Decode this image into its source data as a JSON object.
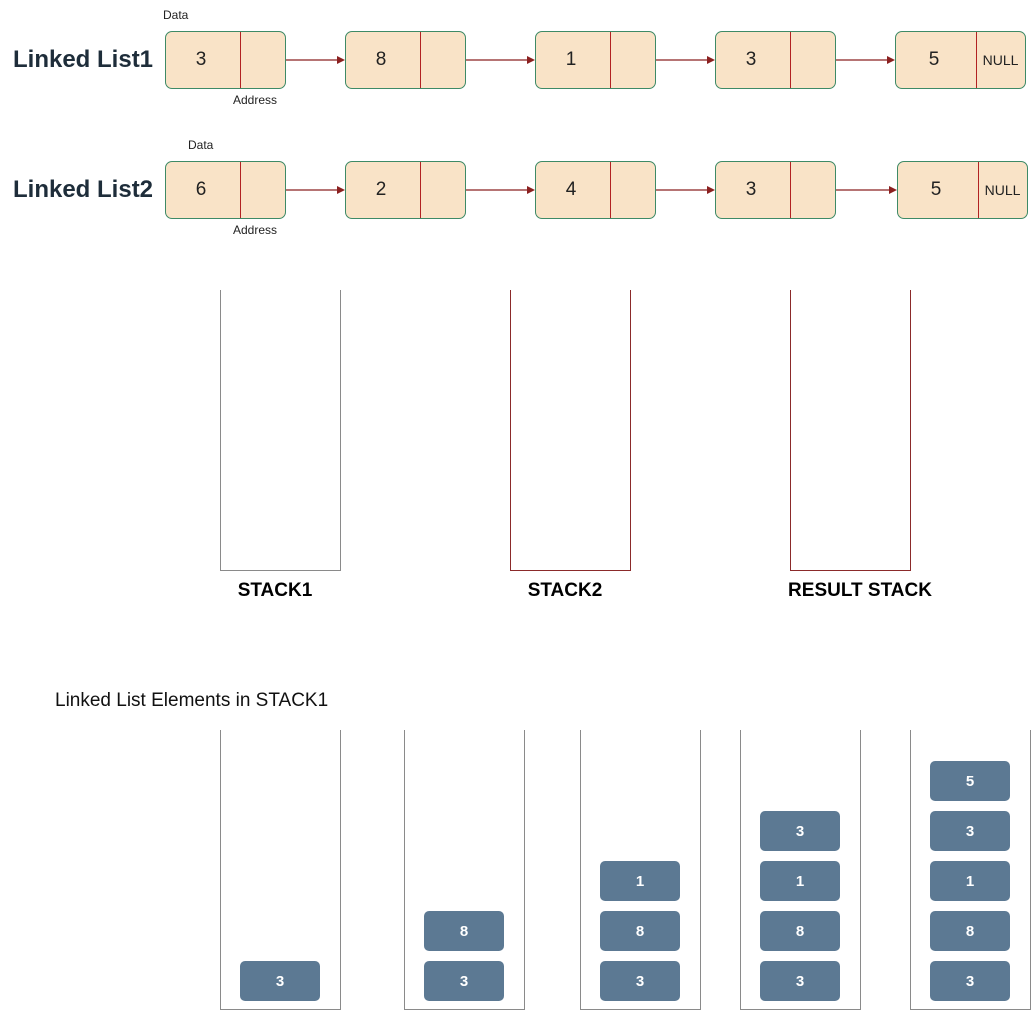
{
  "lists": [
    {
      "title": "Linked List1",
      "data_label": "Data",
      "address_label": "Address",
      "nodes": [
        {
          "data": "3",
          "address": ""
        },
        {
          "data": "8",
          "address": ""
        },
        {
          "data": "1",
          "address": ""
        },
        {
          "data": "3",
          "address": ""
        },
        {
          "data": "5",
          "address": "NULL"
        }
      ]
    },
    {
      "title": "Linked List2",
      "data_label": "Data",
      "address_label": "Address",
      "nodes": [
        {
          "data": "6",
          "address": ""
        },
        {
          "data": "2",
          "address": ""
        },
        {
          "data": "4",
          "address": ""
        },
        {
          "data": "3",
          "address": ""
        },
        {
          "data": "5",
          "address": "NULL"
        }
      ]
    }
  ],
  "stacks": [
    {
      "label": "STACK1"
    },
    {
      "label": "STACK2"
    },
    {
      "label": "RESULT STACK"
    }
  ],
  "stack1_section": {
    "title": "Linked List Elements in STACK1",
    "steps": [
      [
        "3"
      ],
      [
        "3",
        "8"
      ],
      [
        "3",
        "8",
        "1"
      ],
      [
        "3",
        "8",
        "1",
        "3"
      ],
      [
        "3",
        "8",
        "1",
        "3",
        "5"
      ]
    ]
  },
  "colors": {
    "node_fill": "#f9e3c7",
    "node_border": "#3e8a66",
    "arrow": "#8b2020",
    "block_fill": "#5c7993"
  }
}
